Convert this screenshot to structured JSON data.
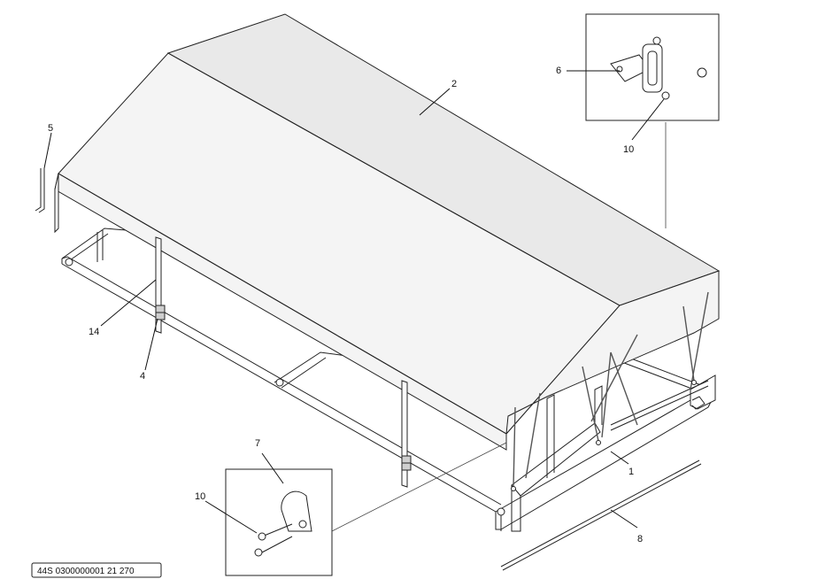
{
  "callouts": {
    "c1": "1",
    "c2": "2",
    "c4": "4",
    "c5": "5",
    "c6": "6",
    "c7": "7",
    "c8": "8",
    "c10_top": "10",
    "c10_bottom": "10",
    "c14": "14"
  },
  "drawing_ref": "44S 0300000001 21 270"
}
